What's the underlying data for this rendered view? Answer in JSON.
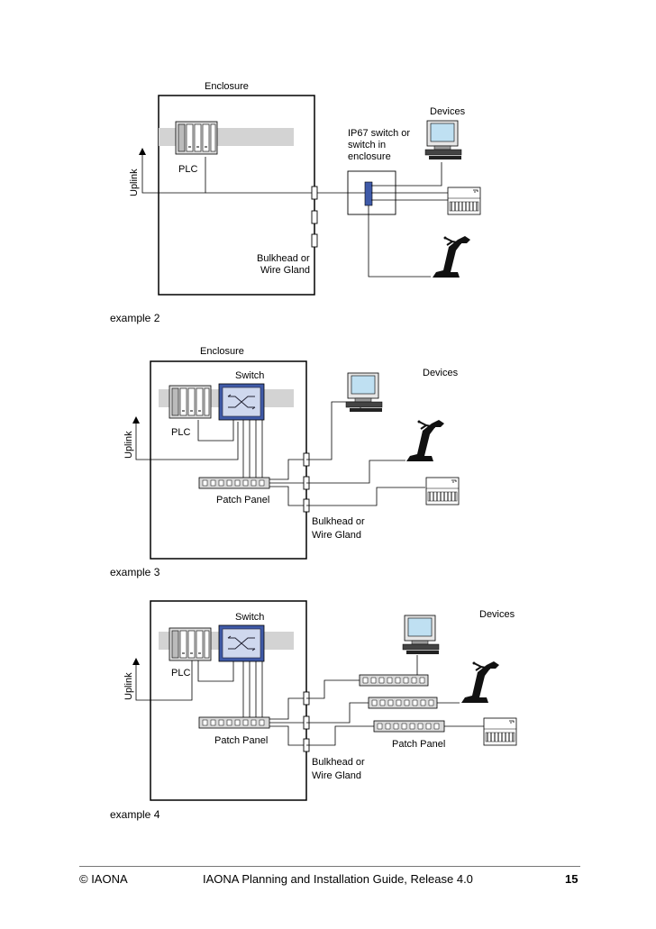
{
  "example2": {
    "enclosure": "Enclosure",
    "devices": "Devices",
    "switch_lines": [
      "IP67 switch or",
      "switch in",
      "enclosure"
    ],
    "plc": "PLC",
    "uplink": "Uplink",
    "gland_lines": [
      "Bulkhead or",
      "Wire Gland"
    ],
    "caption": "example 2"
  },
  "example3": {
    "enclosure": "Enclosure",
    "switch": "Switch",
    "devices": "Devices",
    "plc": "PLC",
    "uplink": "Uplink",
    "patch_panel": "Patch Panel",
    "gland_lines": [
      "Bulkhead or",
      "Wire Gland"
    ],
    "caption": "example 3"
  },
  "example4": {
    "switch": "Switch",
    "devices": "Devices",
    "plc": "PLC",
    "uplink": "Uplink",
    "patch_panel": "Patch Panel",
    "patch_panel_right": "Patch Panel",
    "gland_lines": [
      "Bulkhead or",
      "Wire Gland"
    ],
    "caption": "example 4"
  },
  "footer": {
    "left": "© IAONA",
    "center": "IAONA Planning and Installation Guide, Release 4.0",
    "page": "15"
  }
}
